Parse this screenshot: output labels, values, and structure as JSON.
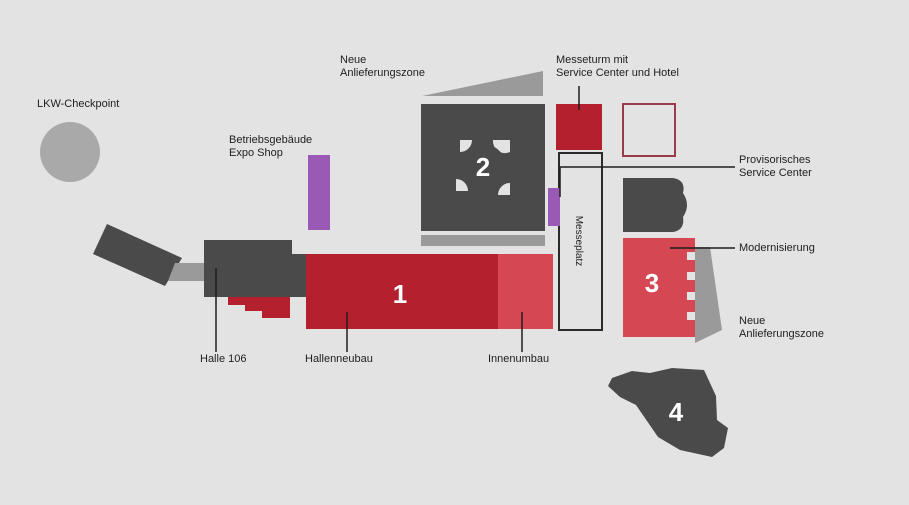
{
  "colors": {
    "background": "#e3e3e3",
    "dark_building": "#4a4a4a",
    "new_construction": "#b5202e",
    "renovation": "#d54752",
    "provisional": "#9b59b6",
    "delivery_zone": "#9a9a9a",
    "checkpoint": "#a9a9a9"
  },
  "labels": {
    "lkw_checkpoint": "LKW-Checkpoint",
    "neue_anlieferungszone_top": "Neue\nAnlieferungszone",
    "messeturm": "Messeturm mit\nService Center und Hotel",
    "betriebsgebaeude": "Betriebsgebäude\nExpo Shop",
    "provisorisches": "Provisorisches\nService Center",
    "modernisierung": "Modernisierung",
    "neue_anlieferungszone_right": "Neue\nAnlieferungszone",
    "halle_106": "Halle 106",
    "hallenneubau": "Hallenneubau",
    "innenumbau": "Innenumbau",
    "messeplatz": "Messeplatz"
  },
  "halls": {
    "h1": "1",
    "h2": "2",
    "h3": "3",
    "h4": "4"
  }
}
